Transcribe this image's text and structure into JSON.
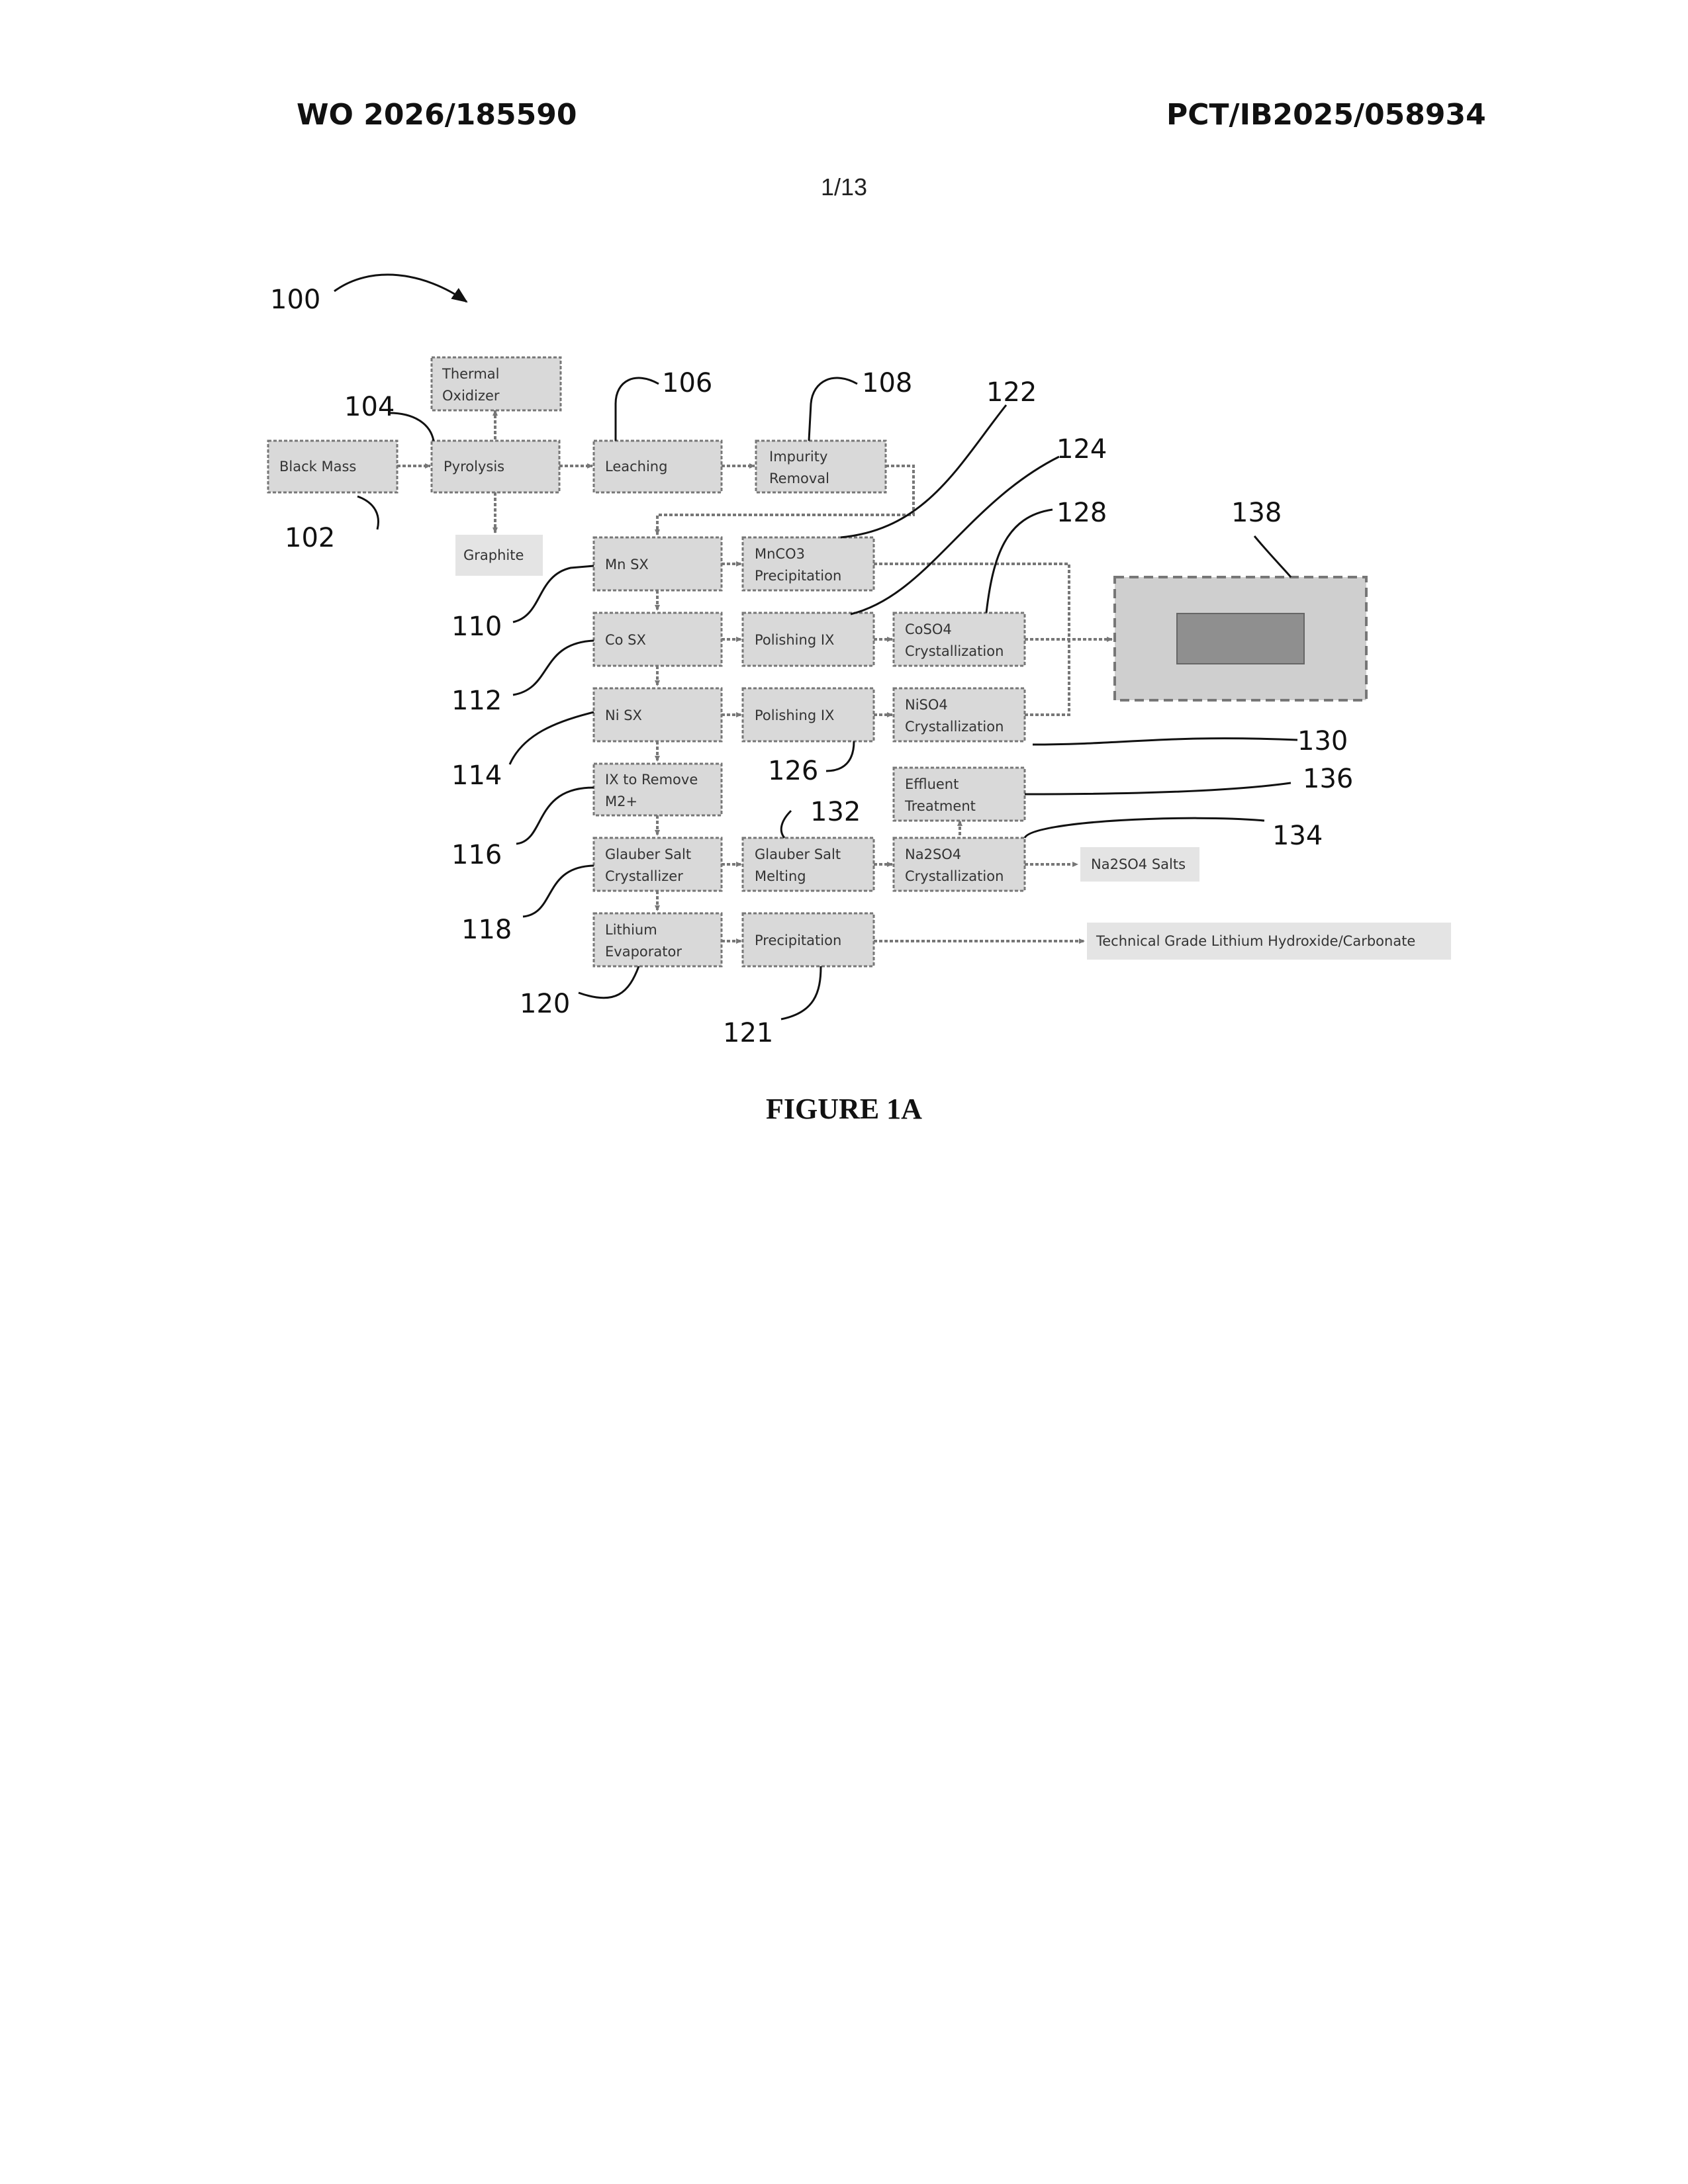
{
  "header": {
    "left": "WO 2026/185590",
    "right": "PCT/IB2025/058934",
    "page_number": "1/13"
  },
  "figure_caption": "FIGURE 1A",
  "boxes": {
    "black_mass": [
      "Black Mass"
    ],
    "thermal_oxidizer": [
      "Thermal",
      "Oxidizer"
    ],
    "pyrolysis": [
      "Pyrolysis"
    ],
    "graphite": [
      "Graphite"
    ],
    "leaching": [
      "Leaching"
    ],
    "impurity_removal": [
      "Impurity",
      "Removal"
    ],
    "mn_sx": [
      "Mn SX"
    ],
    "mnco3_precipitation": [
      "MnCO3",
      "Precipitation"
    ],
    "co_sx": [
      "Co SX"
    ],
    "polishing_ix_co": [
      "Polishing IX"
    ],
    "coso4_crystallization": [
      "CoSO4",
      "Crystallization"
    ],
    "ni_sx": [
      "Ni SX"
    ],
    "polishing_ix_ni": [
      "Polishing IX"
    ],
    "niso4_crystallization": [
      "NiSO4",
      "Crystallization"
    ],
    "ix_remove_m2": [
      "IX to Remove",
      "M2+"
    ],
    "effluent_treatment": [
      "Effluent",
      "Treatment"
    ],
    "glauber_crystallizer": [
      "Glauber Salt",
      "Crystallizer"
    ],
    "glauber_melting": [
      "Glauber Salt",
      "Melting"
    ],
    "na2so4_crystallization": [
      "Na2SO4",
      "Crystallization"
    ],
    "na2so4_salts": [
      "Na2SO4 Salts"
    ],
    "lithium_evaporator": [
      "Lithium",
      "Evaporator"
    ],
    "precipitation": [
      "Precipitation"
    ],
    "technical_grade": [
      "Technical Grade Lithium Hydroxide/Carbonate"
    ]
  },
  "refs": {
    "r100": "100",
    "r102": "102",
    "r104": "104",
    "r106": "106",
    "r108": "108",
    "r110": "110",
    "r112": "112",
    "r114": "114",
    "r116": "116",
    "r118": "118",
    "r120": "120",
    "r121": "121",
    "r122": "122",
    "r124": "124",
    "r126": "126",
    "r128": "128",
    "r130": "130",
    "r132": "132",
    "r134": "134",
    "r136": "136",
    "r138": "138"
  }
}
